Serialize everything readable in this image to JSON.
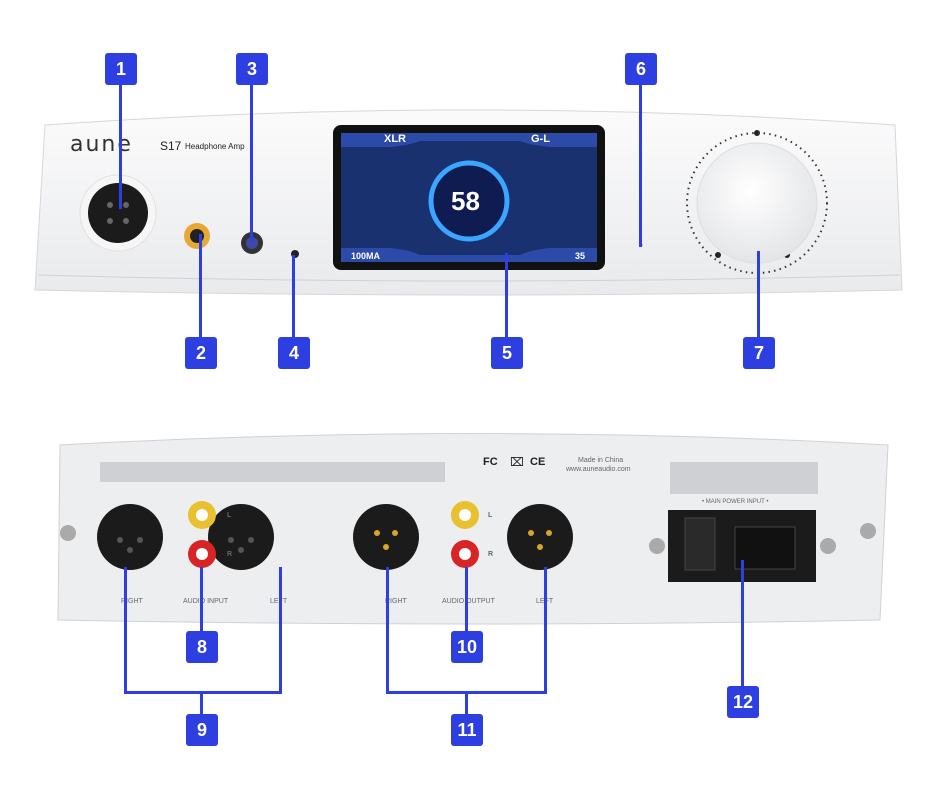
{
  "front": {
    "brand": "aune",
    "model": "S17",
    "subtitle": "Headphone Amp",
    "screen": {
      "input": "XLR",
      "gain": "G-L",
      "volume": "58",
      "current": "100MA",
      "temp": "35"
    }
  },
  "back": {
    "certs": [
      "FC",
      "⌧",
      "CE"
    ],
    "made_in": "Made in China",
    "website": "www.auneaudio.com",
    "power_label": "• MAIN POWER INPUT •",
    "labels": {
      "in_right": "RIGHT",
      "audio_input": "AUDIO INPUT",
      "in_left": "LEFT",
      "out_right": "RIGHT",
      "audio_output": "AUDIO OUTPUT",
      "out_left": "LEFT",
      "rca_l": "L",
      "rca_r": "R"
    }
  },
  "callouts": [
    "1",
    "2",
    "3",
    "4",
    "5",
    "6",
    "7",
    "8",
    "9",
    "10",
    "11",
    "12"
  ],
  "colors": {
    "callout": "#2d3fe0",
    "chassis": "#f2f3f5"
  }
}
